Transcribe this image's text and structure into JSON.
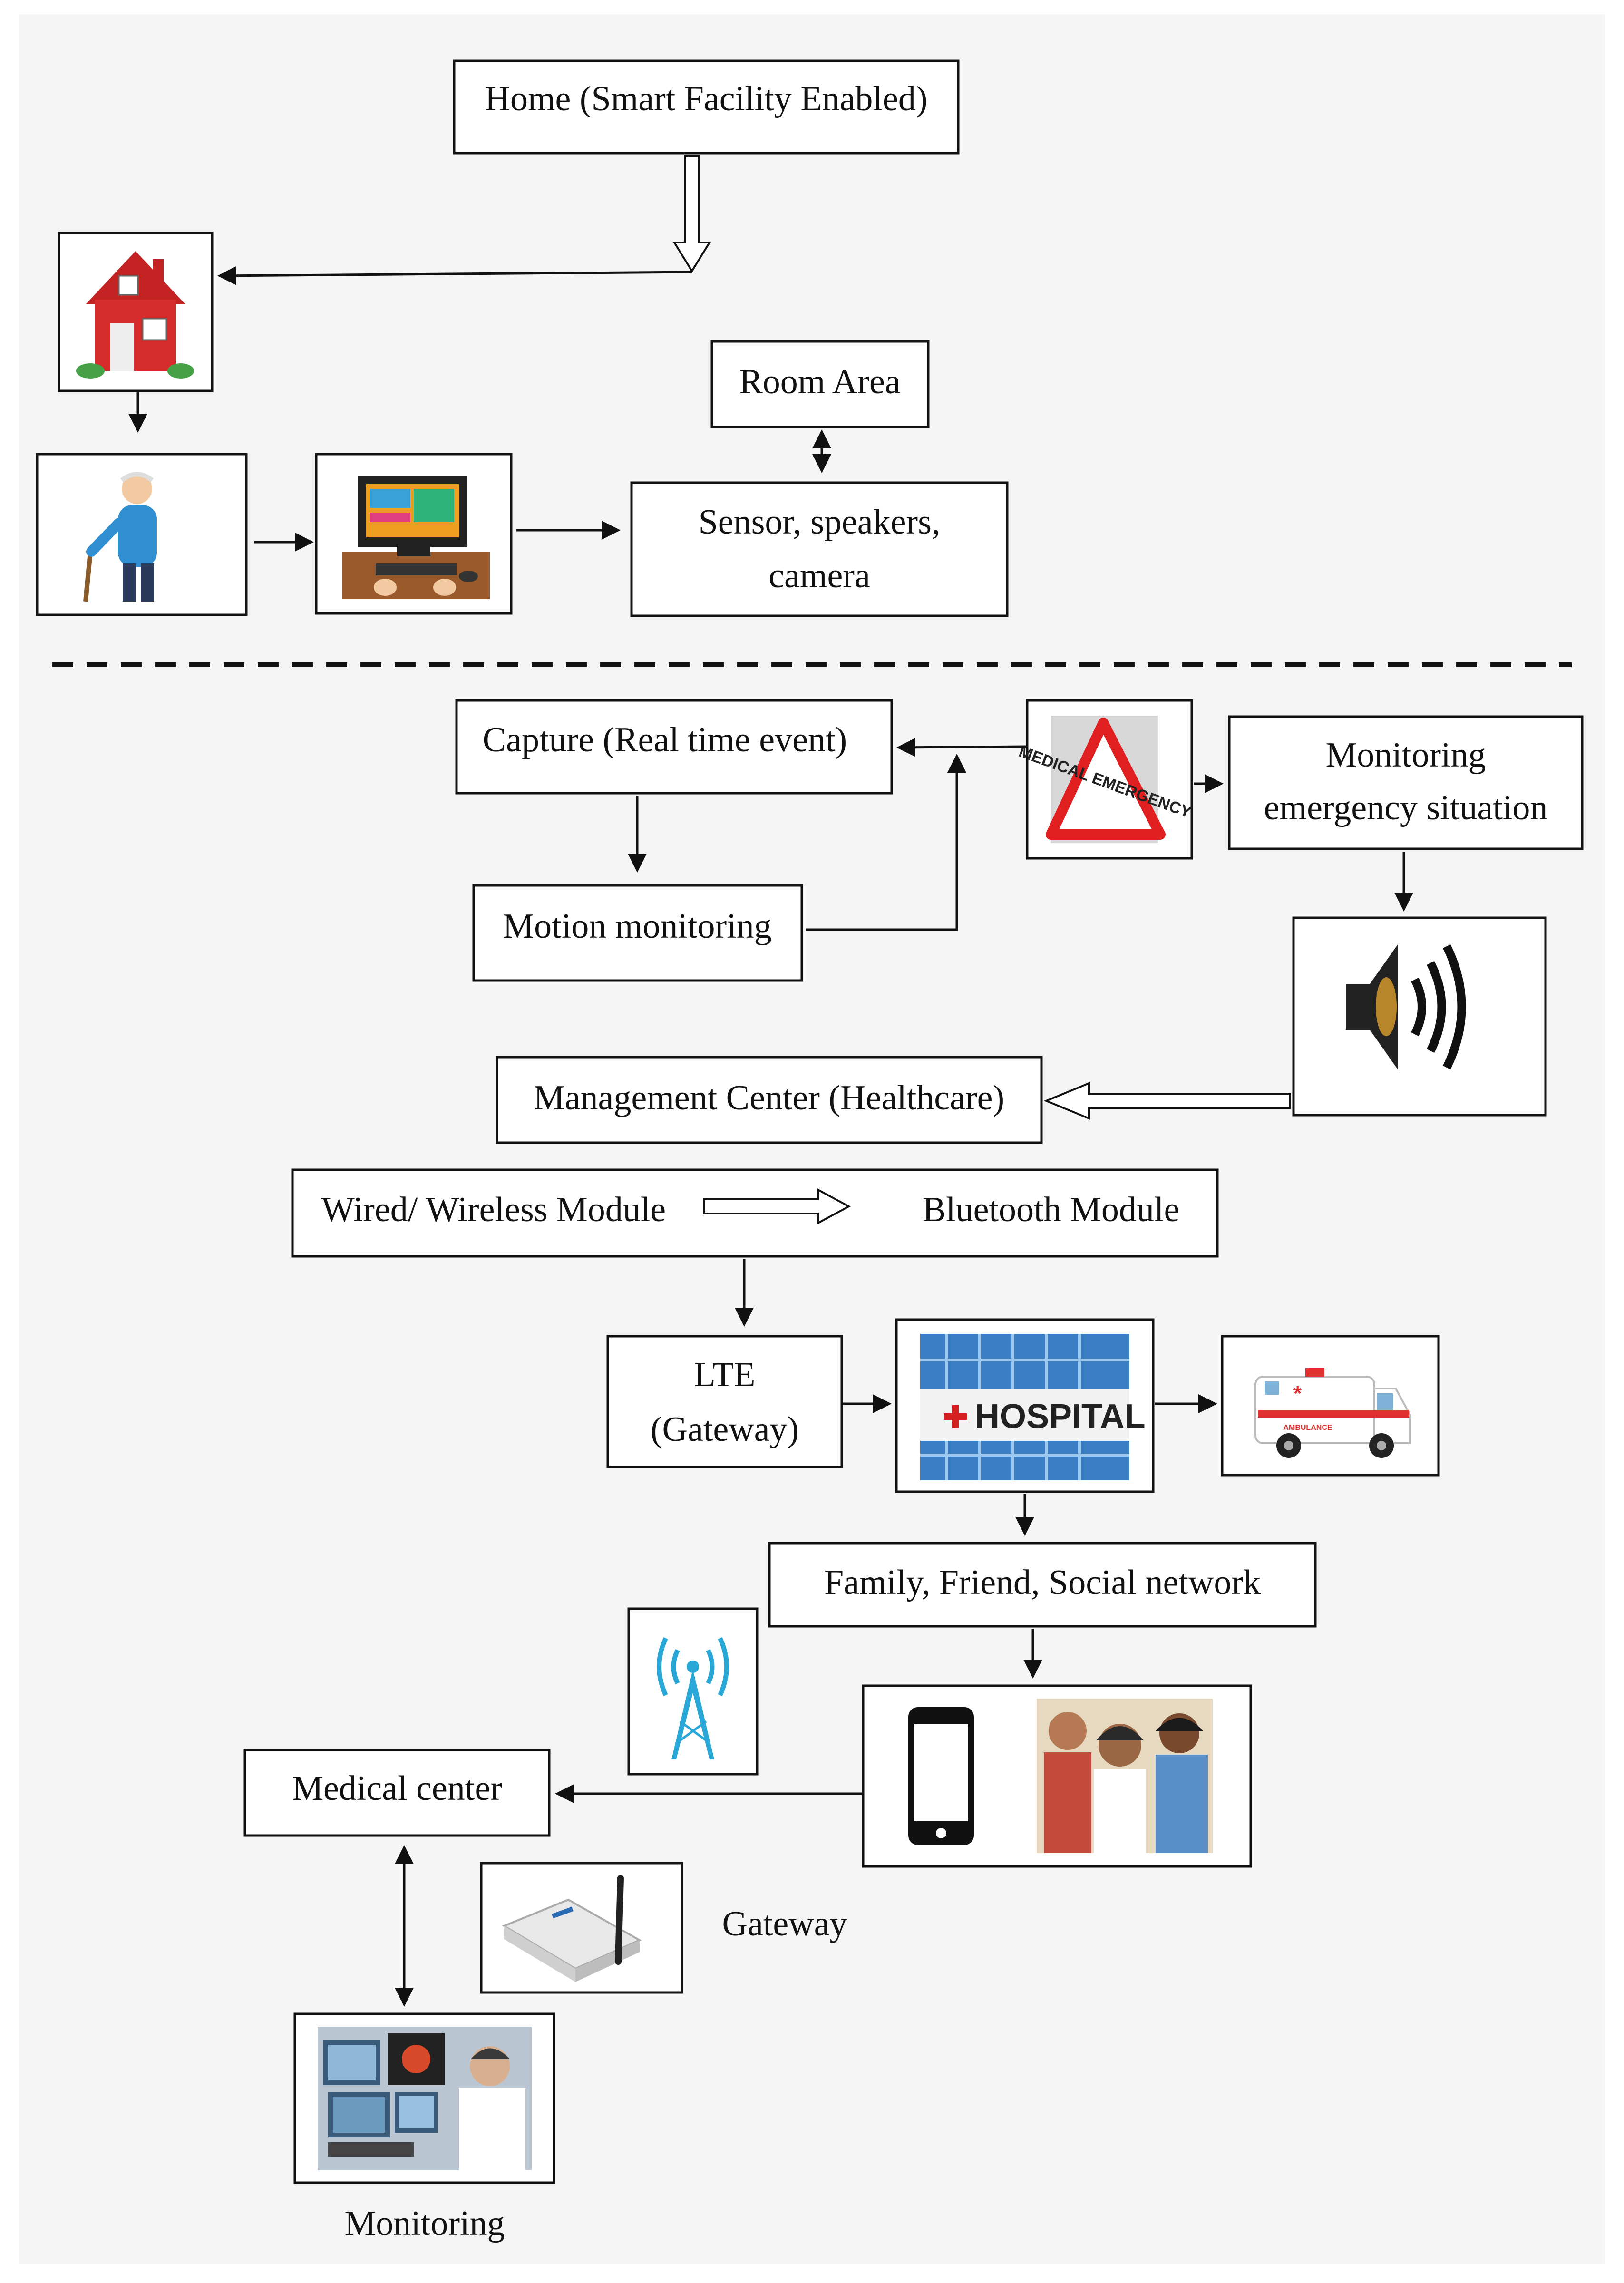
{
  "diagram": {
    "labels": {
      "home": "Home (Smart Facility Enabled)",
      "room_area": "Room Area",
      "sensor_line1": "Sensor, speakers,",
      "sensor_line2": "camera",
      "capture": "Capture (Real time event)",
      "motion": "Motion monitoring",
      "emergency_line1": "Monitoring",
      "emergency_line2": "emergency situation",
      "management": "Management Center (Healthcare)",
      "wired": "Wired/ Wireless Module",
      "bluetooth": "Bluetooth Module",
      "lte_line1": "LTE",
      "lte_line2": "(Gateway)",
      "family": "Family, Friend, Social network",
      "medical": "Medical center",
      "gateway": "Gateway",
      "monitoring": "Monitoring"
    },
    "image_text": {
      "emergency_sign": "MEDICAL EMERGENCY",
      "hospital_sign": "HOSPITAL",
      "ambulance": "AMBULANCE"
    },
    "colors": {
      "line": "#111111",
      "house_red": "#d62b2b",
      "hospital_glass": "#3a7fc4",
      "tower_blue": "#29a8d8",
      "screen_orange": "#f0a020"
    },
    "icons": [
      "house-icon",
      "elderly-person-icon",
      "computer-icon",
      "emergency-sign-icon",
      "speaker-icon",
      "hospital-icon",
      "ambulance-icon",
      "signal-tower-icon",
      "smartphone-icon",
      "family-photo-icon",
      "gateway-router-icon",
      "monitoring-room-icon"
    ]
  }
}
